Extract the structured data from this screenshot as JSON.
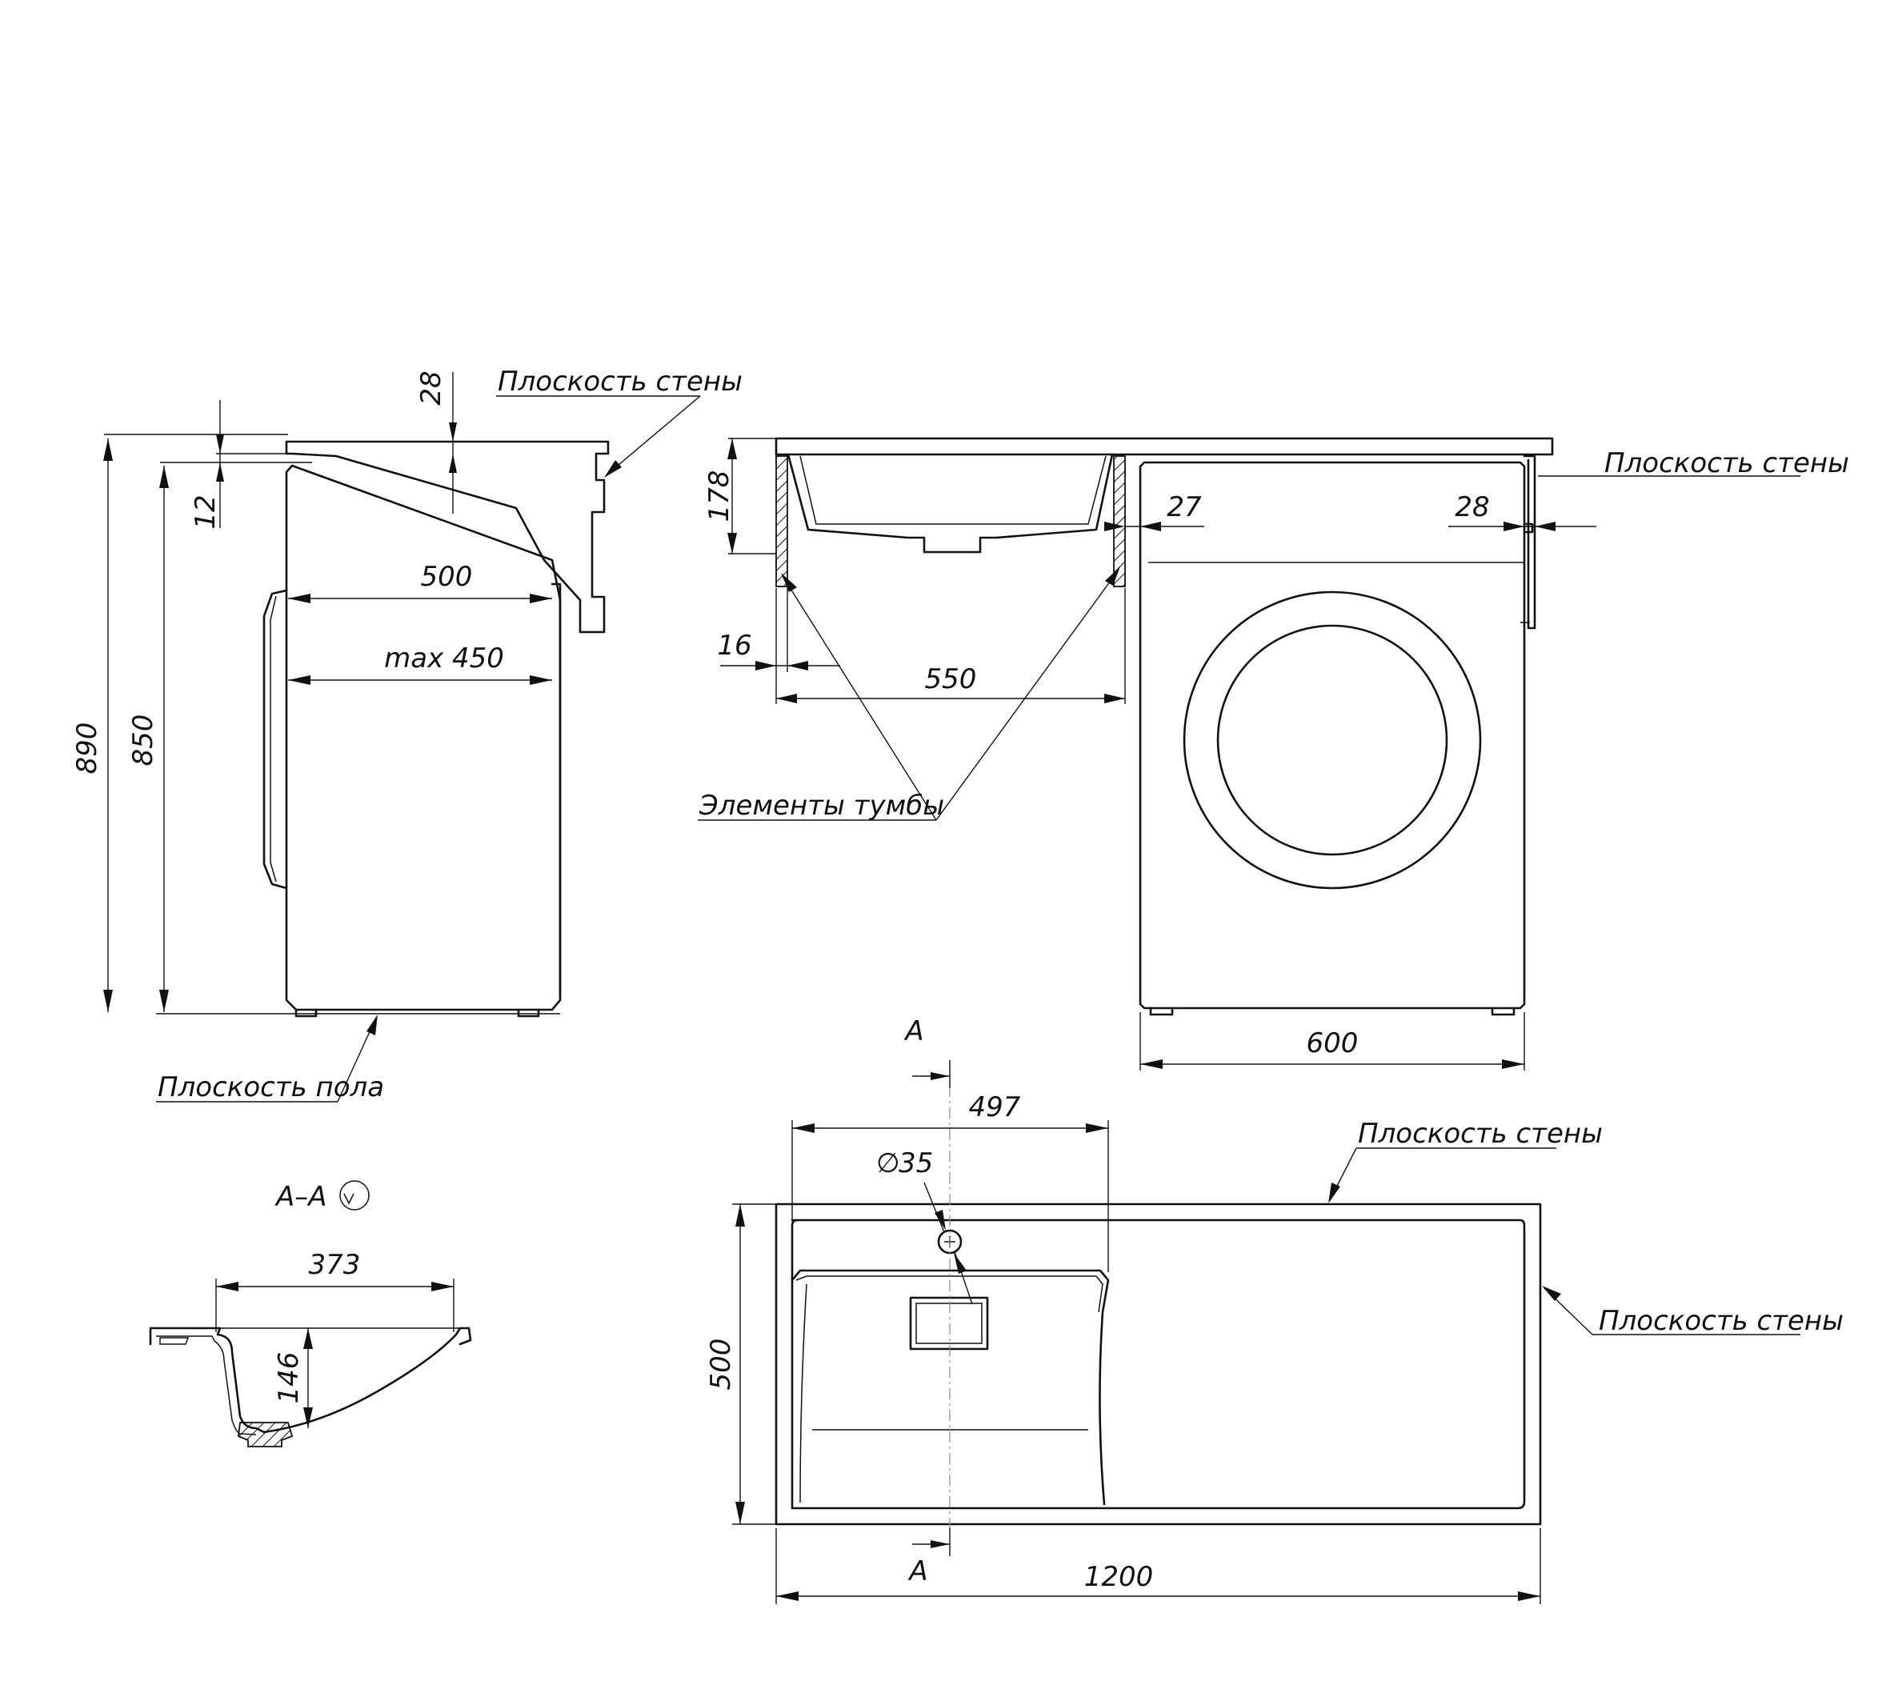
{
  "side_view": {
    "dim_28": "28",
    "dim_12": "12",
    "dim_890": "890",
    "dim_850": "850",
    "dim_500": "500",
    "dim_max450": "max 450",
    "label_wall_plane": "Плоскость стены",
    "label_floor_plane": "Плоскость пола"
  },
  "front_view": {
    "dim_178": "178",
    "dim_27": "27",
    "dim_28": "28",
    "dim_16": "16",
    "dim_550": "550",
    "dim_600": "600",
    "label_wall_plane": "Плоскость стены",
    "label_cabinet_elements": "Элементы тумбы"
  },
  "top_view": {
    "section_mark_top": "A",
    "section_mark_bottom": "A",
    "dim_497": "497",
    "dim_35": "35",
    "diameter_symbol": "∅",
    "dim_500": "500",
    "dim_1200": "1200",
    "label_wall_plane_top": "Плоскость стены",
    "label_wall_plane_right": "Плоскость стены"
  },
  "section_view": {
    "title": "А–А",
    "dim_373": "373",
    "dim_146": "146"
  }
}
